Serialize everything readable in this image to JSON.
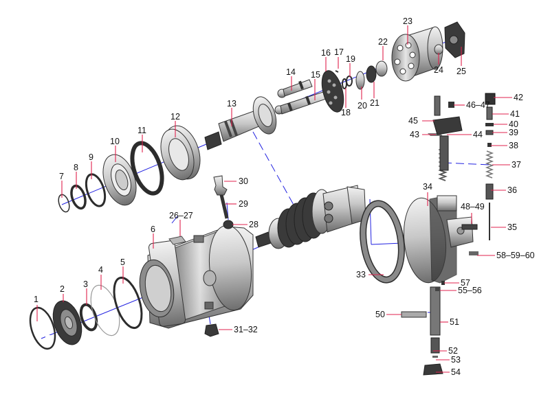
{
  "diagram": {
    "type": "exploded-parts-view",
    "subject": "hydraulic axial piston motor assembly",
    "colors": {
      "background": "#ffffff",
      "leader_line": "#e0204c",
      "assembly_axis": "#2020e0",
      "label_text": "#111111",
      "part_dark": "#3a3a3a",
      "part_light": "#d8d8d8"
    },
    "labels": [
      {
        "id": "1",
        "text": "1"
      },
      {
        "id": "2",
        "text": "2"
      },
      {
        "id": "3",
        "text": "3"
      },
      {
        "id": "4",
        "text": "4"
      },
      {
        "id": "5",
        "text": "5"
      },
      {
        "id": "6",
        "text": "6"
      },
      {
        "id": "7",
        "text": "7"
      },
      {
        "id": "8",
        "text": "8"
      },
      {
        "id": "9",
        "text": "9"
      },
      {
        "id": "10",
        "text": "10"
      },
      {
        "id": "11",
        "text": "11"
      },
      {
        "id": "12",
        "text": "12"
      },
      {
        "id": "13",
        "text": "13"
      },
      {
        "id": "14",
        "text": "14"
      },
      {
        "id": "15",
        "text": "15"
      },
      {
        "id": "16",
        "text": "16"
      },
      {
        "id": "17",
        "text": "17"
      },
      {
        "id": "18",
        "text": "18"
      },
      {
        "id": "19",
        "text": "19"
      },
      {
        "id": "20",
        "text": "20"
      },
      {
        "id": "21",
        "text": "21"
      },
      {
        "id": "22",
        "text": "22"
      },
      {
        "id": "23",
        "text": "23"
      },
      {
        "id": "24",
        "text": "24"
      },
      {
        "id": "25",
        "text": "25"
      },
      {
        "id": "26-27",
        "text": "26–27"
      },
      {
        "id": "28",
        "text": "28"
      },
      {
        "id": "29",
        "text": "29"
      },
      {
        "id": "30",
        "text": "30"
      },
      {
        "id": "31-32",
        "text": "31–32"
      },
      {
        "id": "33",
        "text": "33"
      },
      {
        "id": "34",
        "text": "34"
      },
      {
        "id": "35",
        "text": "35"
      },
      {
        "id": "36",
        "text": "36"
      },
      {
        "id": "37",
        "text": "37"
      },
      {
        "id": "38",
        "text": "38"
      },
      {
        "id": "39",
        "text": "39"
      },
      {
        "id": "40",
        "text": "40"
      },
      {
        "id": "41",
        "text": "41"
      },
      {
        "id": "42",
        "text": "42"
      },
      {
        "id": "43",
        "text": "43"
      },
      {
        "id": "44",
        "text": "44"
      },
      {
        "id": "45",
        "text": "45"
      },
      {
        "id": "46-47",
        "text": "46–47"
      },
      {
        "id": "48-49",
        "text": "48–49"
      },
      {
        "id": "50",
        "text": "50"
      },
      {
        "id": "51",
        "text": "51"
      },
      {
        "id": "52",
        "text": "52"
      },
      {
        "id": "53",
        "text": "53"
      },
      {
        "id": "54",
        "text": "54"
      },
      {
        "id": "55-56",
        "text": "55–56"
      },
      {
        "id": "57",
        "text": "57"
      },
      {
        "id": "58-59-60",
        "text": "58–59–60"
      }
    ]
  }
}
